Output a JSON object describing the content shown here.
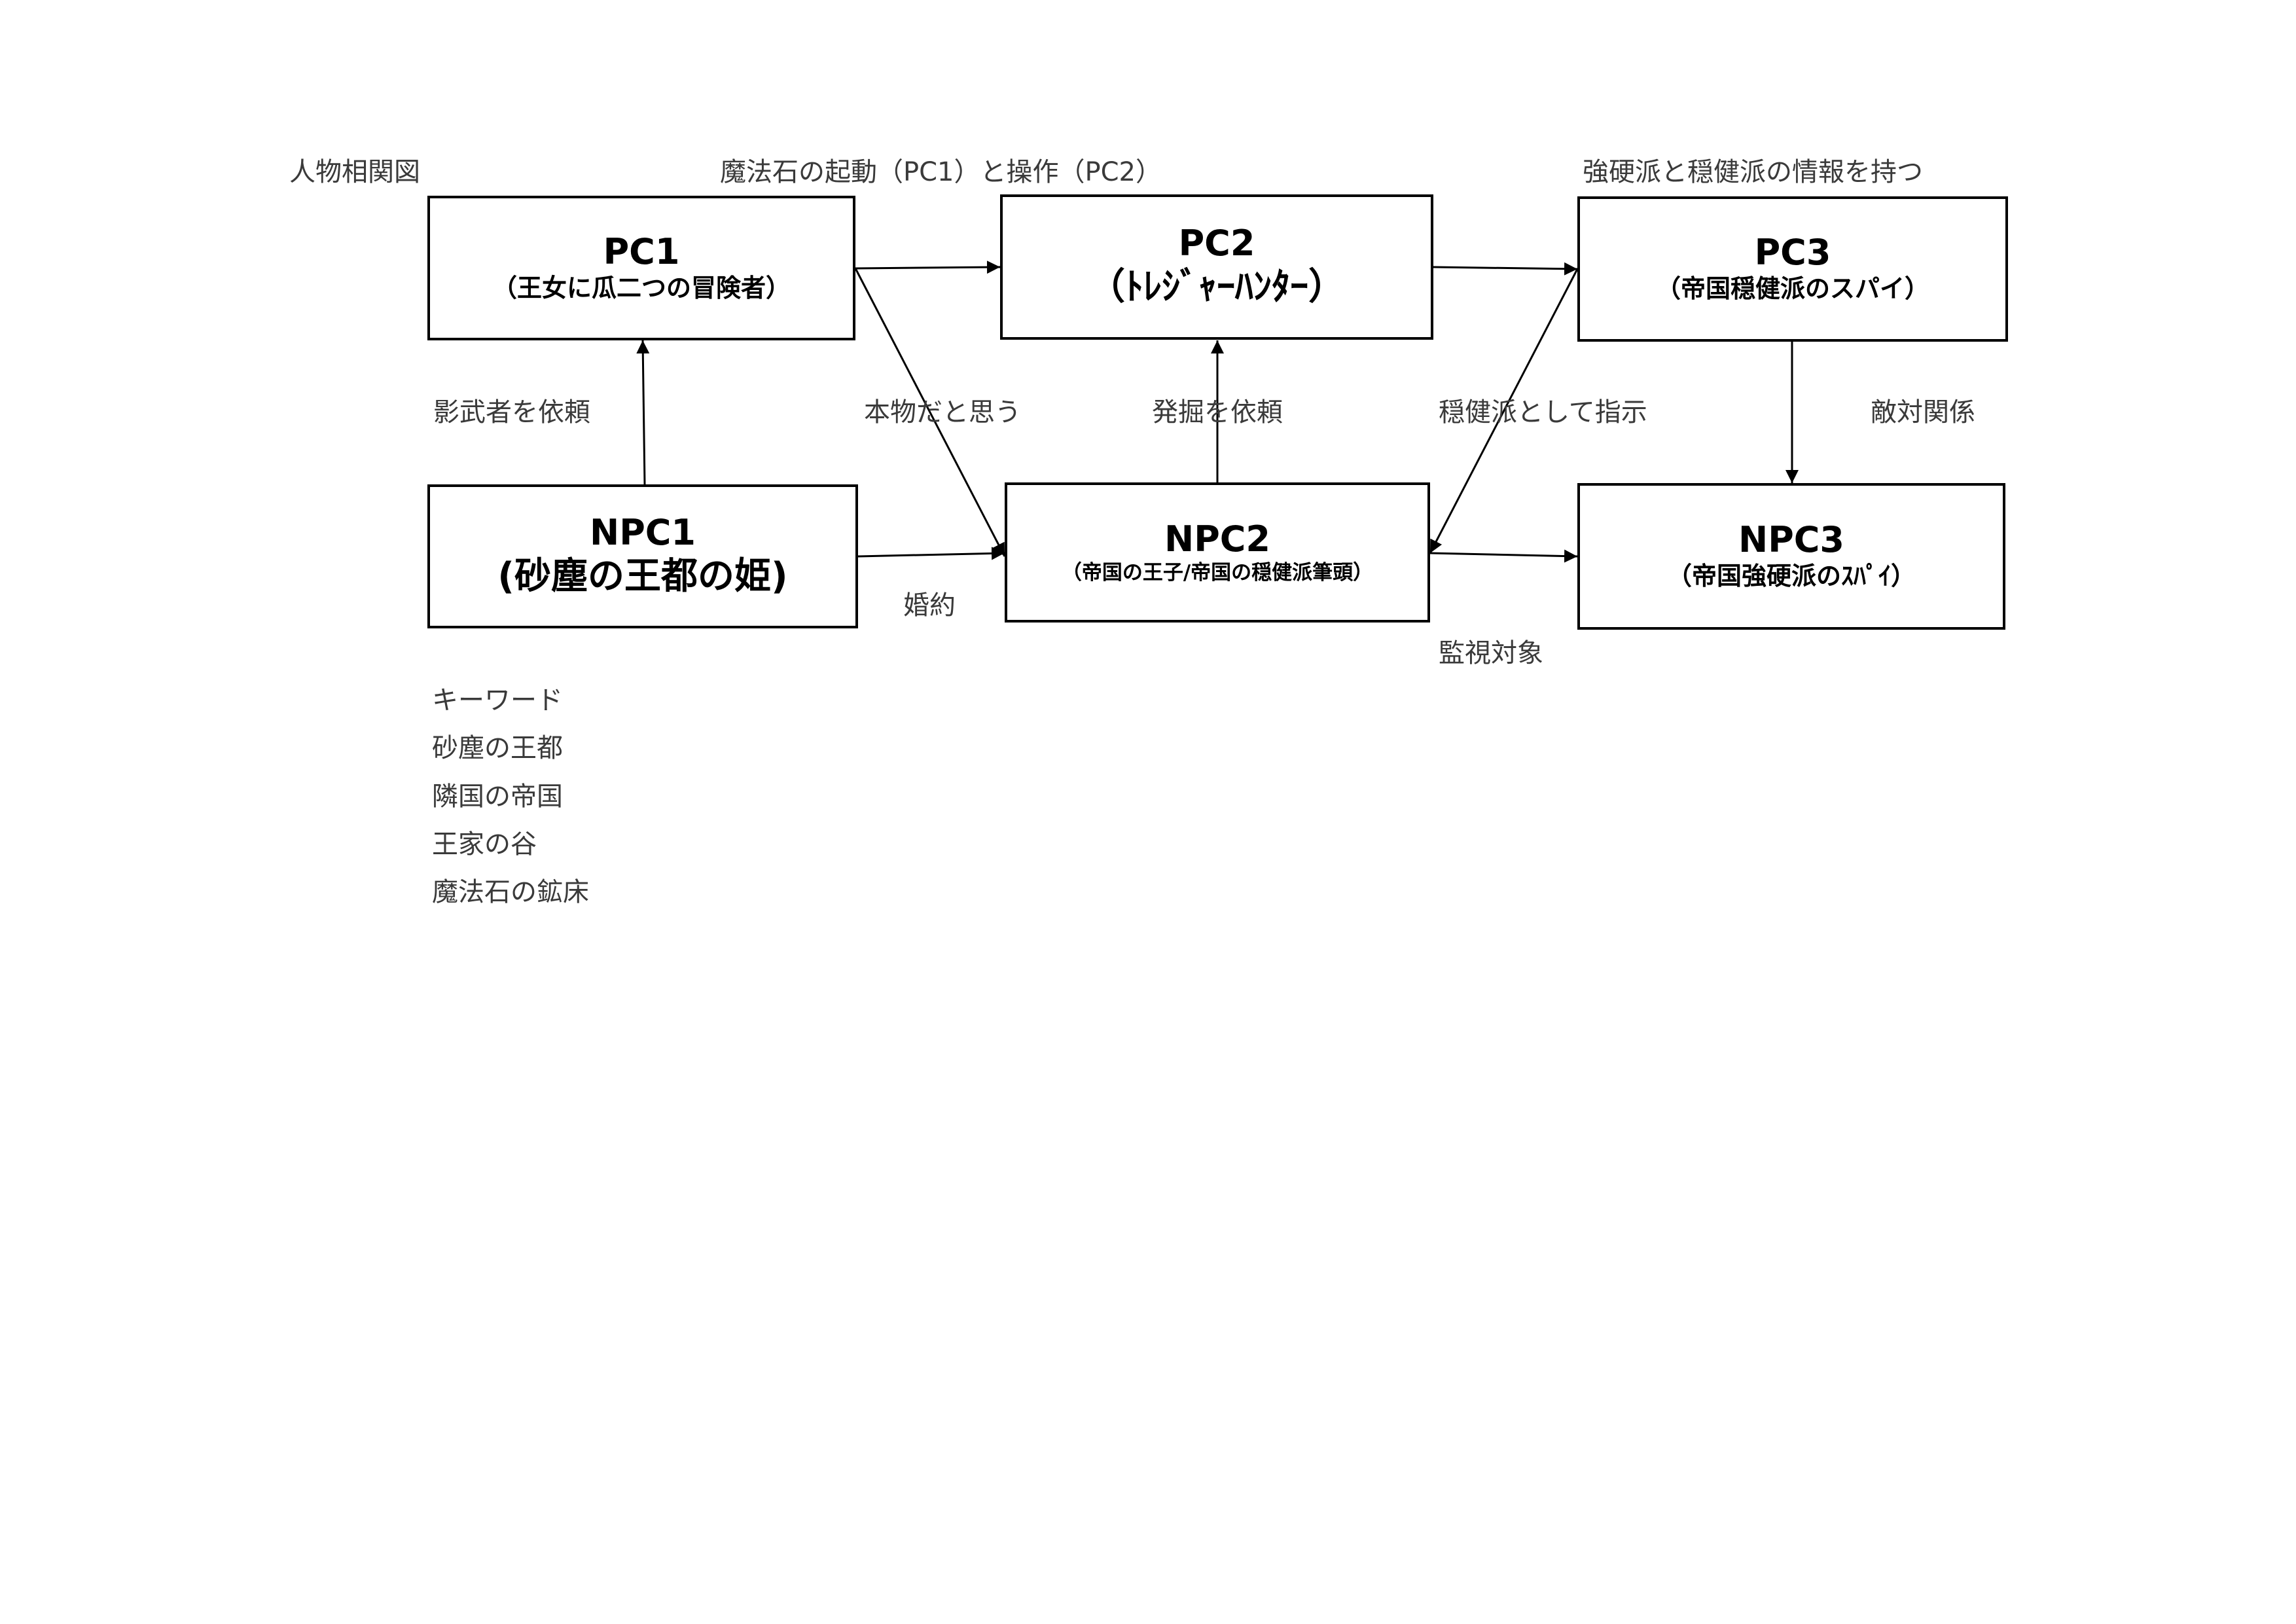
{
  "diagram_title": "人物相関図",
  "nodes": {
    "pc1": {
      "title": "PC1",
      "subtitle": "（王女に瓜二つの冒険者）"
    },
    "pc2": {
      "title": "PC2",
      "subtitle": "（ﾄﾚｼﾞｬｰﾊﾝﾀｰ）"
    },
    "pc3": {
      "title": "PC3",
      "subtitle": "（帝国穏健派のスパイ）"
    },
    "npc1": {
      "title": "NPC1",
      "subtitle": "(砂塵の王都の姫)"
    },
    "npc2": {
      "title": "NPC2",
      "subtitle": "（帝国の王子/帝国の穏健派筆頭）"
    },
    "npc3": {
      "title": "NPC3",
      "subtitle": "（帝国強硬派のｽﾊﾟｲ）"
    }
  },
  "relations": {
    "pc1_pc2": "魔法石の起動（PC1）と操作（PC2）",
    "pc2_pc3": "強硬派と穏健派の情報を持つ",
    "npc1_pc1": "影武者を依頼",
    "pc1_npc2": "本物だと思う",
    "npc2_pc2": "発掘を依頼",
    "pc3_npc2": "穏健派として指示",
    "pc3_npc3": "敵対関係",
    "npc1_npc2": "婚約",
    "npc2_npc3": "監視対象"
  },
  "keywords": {
    "heading": "キーワード",
    "items": [
      "砂塵の王都",
      "隣国の帝国",
      "王家の谷",
      "魔法石の鉱床"
    ]
  },
  "colors": {
    "line": "#000000",
    "label_text": "#3a3a3a",
    "box_border": "#000000"
  }
}
